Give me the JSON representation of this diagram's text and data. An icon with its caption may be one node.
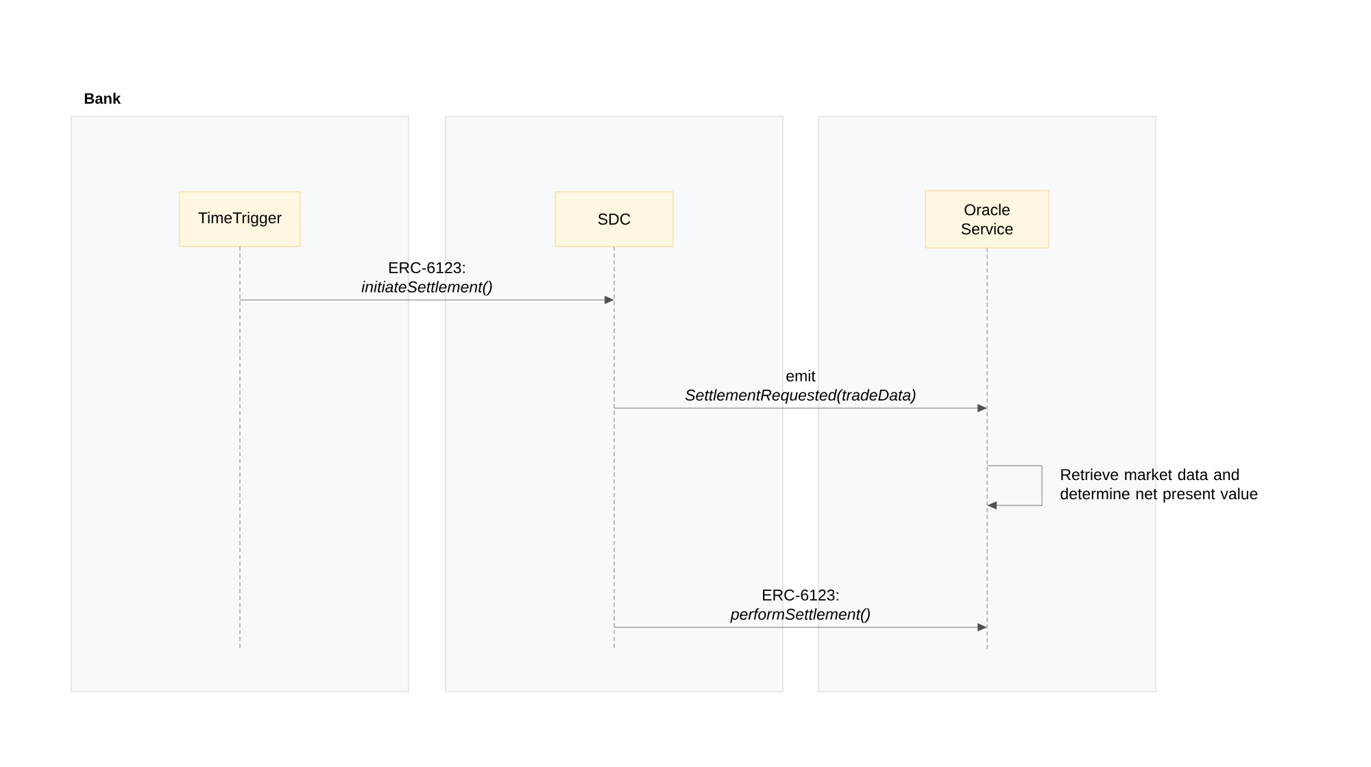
{
  "diagram": {
    "nodes": [
      {
        "text": [
          "Bank"
        ]
      },
      {
        "text": [],
        "shape": "box"
      },
      {
        "text": [],
        "shape": "box"
      },
      {
        "text": [
          "TimeTrigger"
        ],
        "in": 0
      },
      {
        "text": [
          "SDC"
        ],
        "in": 1
      },
      {
        "text": [
          "Oracle Service"
        ],
        "in": 2
      }
    ],
    "edges": [
      {
        "from": 3,
        "to": 4,
        "arrow": "to",
        "label": "ERC-6123: *initiateSettlement()*"
      },
      {
        "from": 4,
        "to": 5,
        "arrow": "to",
        "label": "emit *SettlementRequested(tradeData)*"
      },
      {
        "from": 5,
        "to": 5,
        "arrow": "to",
        "label": "Retrieve market data and determine net present value"
      },
      {
        "from": 4,
        "to": 5,
        "arrow": "to",
        "label": "ERC-6123: *performSettlement()*"
      }
    ]
  }
}
